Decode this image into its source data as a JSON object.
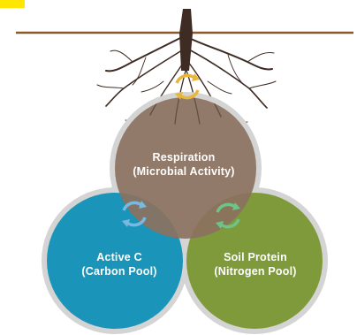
{
  "diagram": {
    "circles": [
      {
        "id": "respiration",
        "line1": "Respiration",
        "line2": "(Microbial Activity)",
        "color": "#8b7260"
      },
      {
        "id": "carbon",
        "line1": "Active C",
        "line2": "(Carbon Pool)",
        "color": "#1a94b9"
      },
      {
        "id": "nitrogen",
        "line1": "Soil Protein",
        "line2": "(Nitrogen Pool)",
        "color": "#7e9a3a"
      }
    ],
    "colors": {
      "ground_line": "#8b5a2b",
      "roots": "#3d2b24",
      "ring": "#d4d4d4",
      "cycle_gold": "#e8b63a",
      "cycle_blue": "#7ab8e0",
      "cycle_green": "#6ec38b",
      "corner_mark": "#ffe600"
    },
    "icons": [
      "cycle-arrows-icon",
      "cycle-arrows-icon",
      "cycle-arrows-icon"
    ]
  }
}
